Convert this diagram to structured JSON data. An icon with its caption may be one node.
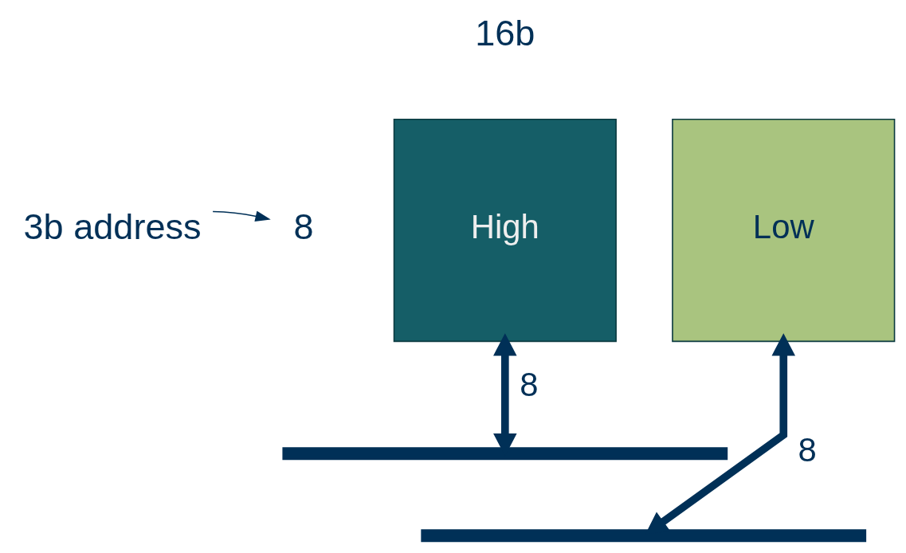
{
  "diagram": {
    "nodes": [
      {
        "text": [
          "3b address"
        ]
      },
      {
        "text": [
          "8"
        ]
      },
      {
        "text": [
          "High"
        ]
      },
      {
        "text": [
          "Low"
        ]
      },
      {
        "text": [],
        "shape": "bar"
      },
      {
        "text": [],
        "shape": "bar"
      }
    ],
    "edges": [
      {
        "from": 0,
        "to": 1,
        "arrow": "to"
      },
      {
        "from": 2,
        "to": 4,
        "arrow": "both",
        "label": "8"
      },
      {
        "from": 3,
        "to": 5,
        "arrow": "both",
        "label": "8"
      }
    ],
    "labels": [
      "16b"
    ]
  }
}
